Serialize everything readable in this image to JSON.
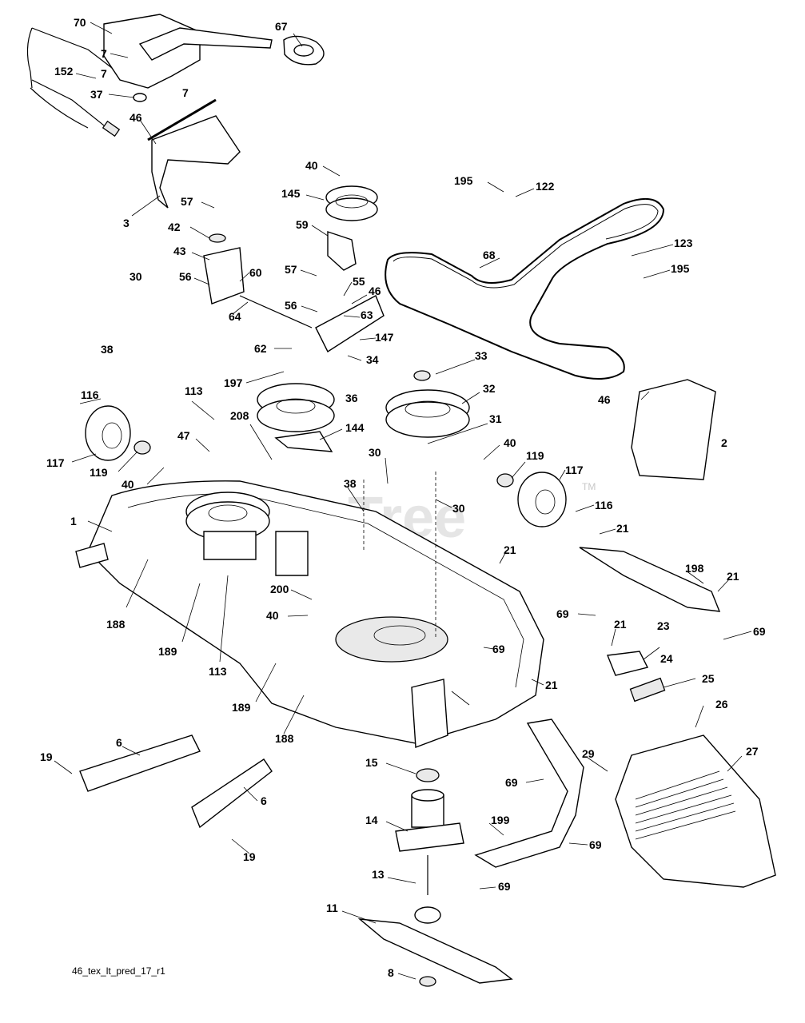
{
  "diagram": {
    "footer_code": "46_tex_lt_pred_17_r1",
    "watermark": "PartsTree",
    "watermark_tm": "TM",
    "callouts": [
      "70",
      "67",
      "7",
      "7",
      "7",
      "152",
      "37",
      "46",
      "3",
      "40",
      "145",
      "59",
      "195",
      "122",
      "123",
      "195",
      "68",
      "57",
      "42",
      "43",
      "60",
      "56",
      "64",
      "57",
      "55",
      "46",
      "56",
      "63",
      "147",
      "62",
      "34",
      "197",
      "30",
      "38",
      "33",
      "32",
      "46",
      "116",
      "117",
      "119",
      "40",
      "113",
      "47",
      "208",
      "36",
      "144",
      "31",
      "40",
      "119",
      "117",
      "116",
      "2",
      "30",
      "38",
      "30",
      "1",
      "21",
      "21",
      "198",
      "21",
      "69",
      "69",
      "188",
      "189",
      "113",
      "200",
      "40",
      "69",
      "21",
      "23",
      "24",
      "25",
      "26",
      "189",
      "188",
      "21",
      "19",
      "6",
      "6",
      "19",
      "15",
      "14",
      "29",
      "27",
      "69",
      "199",
      "69",
      "13",
      "69",
      "11",
      "8"
    ]
  }
}
